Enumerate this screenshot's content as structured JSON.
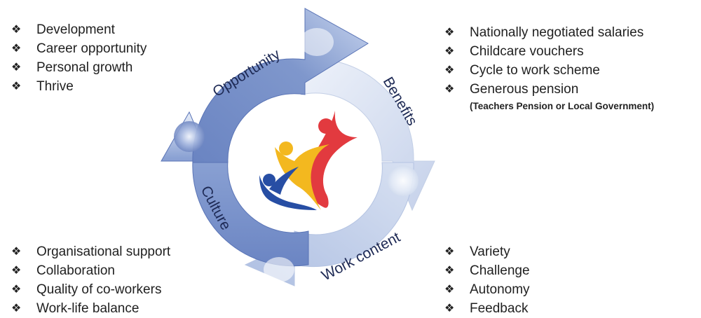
{
  "segments": {
    "opportunity": "Opportunity",
    "benefits": "Benefits",
    "work_content": "Work content",
    "culture": "Culture"
  },
  "lists": {
    "opportunity": [
      "Development",
      "Career opportunity",
      "Personal growth",
      "Thrive"
    ],
    "benefits": [
      "Nationally negotiated salaries",
      "Childcare vouchers",
      "Cycle to work scheme",
      "Generous pension"
    ],
    "benefits_note": "(Teachers Pension or Local Government)",
    "culture": [
      "Organisational support",
      "Collaboration",
      "Quality of co-workers",
      "Work-life balance"
    ],
    "work_content": [
      "Variety",
      "Challenge",
      "Autonomy",
      "Feedback"
    ]
  },
  "bullet_glyph": "❖",
  "colors": {
    "dark_blue": "#5b76b8",
    "light_blue": "#dde6f4",
    "logo_red": "#e23a3f",
    "logo_yellow": "#f3b81f",
    "logo_blue": "#274ea4"
  }
}
